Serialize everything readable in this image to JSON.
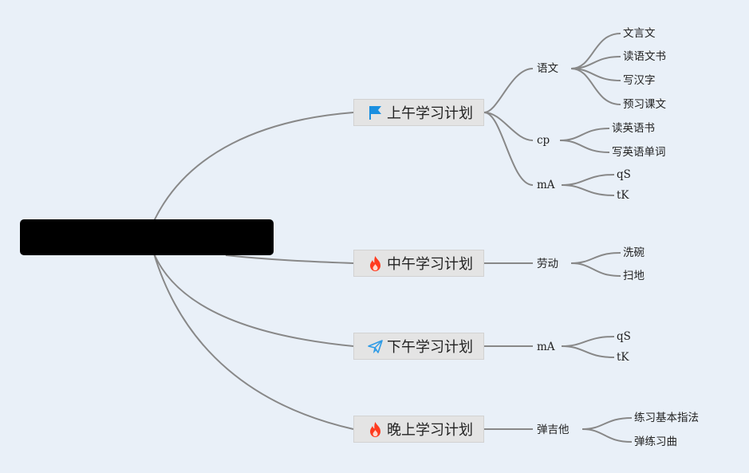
{
  "root": {
    "label": ""
  },
  "branches": [
    {
      "label": "上午学习计划",
      "icon": "blue-flag-icon",
      "children": [
        {
          "label": "语文",
          "children": [
            "文言文",
            "读语文书",
            "写汉字",
            "预习课文"
          ]
        },
        {
          "label": "cp",
          "children": [
            "读英语书",
            "写英语单词"
          ]
        },
        {
          "label": "mA",
          "children": [
            "qS",
            "tK"
          ]
        }
      ]
    },
    {
      "label": "中午学习计划",
      "icon": "fire-icon",
      "children": [
        {
          "label": "劳动",
          "children": [
            "洗碗",
            "扫地"
          ]
        }
      ]
    },
    {
      "label": "下午学习计划",
      "icon": "paper-plane-icon",
      "children": [
        {
          "label": "mA",
          "children": [
            "qS",
            "tK"
          ]
        }
      ]
    },
    {
      "label": "晚上学习计划",
      "icon": "fire-icon",
      "children": [
        {
          "label": "弹吉他",
          "children": [
            "练习基本指法",
            "弹练习曲"
          ]
        }
      ]
    }
  ],
  "colors": {
    "background": "#e9f0f8",
    "connector": "#888888",
    "root_fill": "#000000",
    "branch_fill": "#e4e4e4"
  }
}
